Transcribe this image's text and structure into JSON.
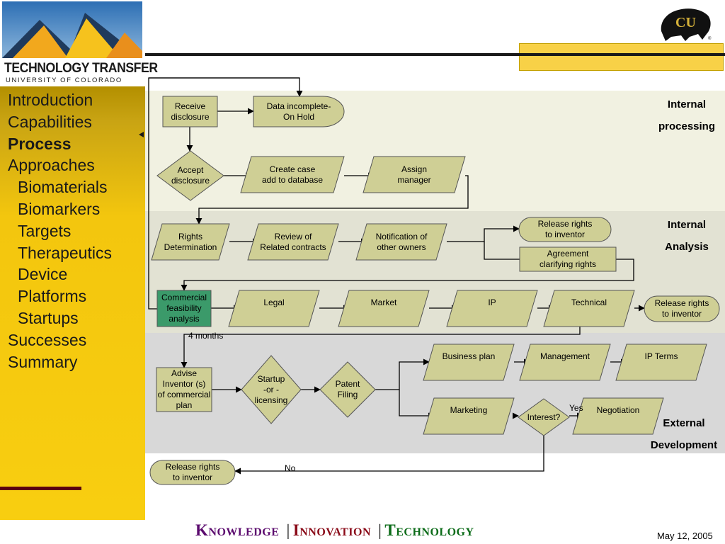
{
  "header": {
    "logo_title": "TECHNOLOGY TRANSFER",
    "logo_subtitle": "UNIVERSITY OF COLORADO",
    "logo_icon": "mountain-peaks-logo",
    "cu_logo_icon": "buffalo-cu-logo",
    "colors": {
      "navy": "#1f3a5c",
      "gold": "#f3c60e",
      "orange": "#f2a81d"
    }
  },
  "sidebar": {
    "items": [
      {
        "label": "Introduction",
        "level": 0,
        "bold": false
      },
      {
        "label": "Capabilities",
        "level": 0,
        "bold": false
      },
      {
        "label": "Process",
        "level": 0,
        "bold": true
      },
      {
        "label": "Approaches",
        "level": 0,
        "bold": false
      },
      {
        "label": "Biomaterials",
        "level": 1,
        "bold": false
      },
      {
        "label": "Biomarkers",
        "level": 1,
        "bold": false
      },
      {
        "label": "Targets",
        "level": 1,
        "bold": false
      },
      {
        "label": "Therapeutics",
        "level": 1,
        "bold": false
      },
      {
        "label": "Device",
        "level": 1,
        "bold": false
      },
      {
        "label": "Platforms",
        "level": 1,
        "bold": false
      },
      {
        "label": "Startups",
        "level": 1,
        "bold": false
      },
      {
        "label": "Successes",
        "level": 0,
        "bold": false
      },
      {
        "label": "Summary",
        "level": 0,
        "bold": false
      }
    ]
  },
  "zones": [
    {
      "id": "z1",
      "line1": "Internal",
      "line2": "processing"
    },
    {
      "id": "z2",
      "line1": "Internal",
      "line2": "Analysis"
    },
    {
      "id": "z3",
      "line1": "External",
      "line2": "Development"
    }
  ],
  "nodes": [
    {
      "id": "receive",
      "shape": "rect",
      "lines": [
        "Receive",
        "disclosure"
      ]
    },
    {
      "id": "incomplete",
      "shape": "terminal",
      "lines": [
        "Data incomplete-",
        "On Hold"
      ]
    },
    {
      "id": "accept",
      "shape": "diamond",
      "lines": [
        "Accept",
        "disclosure"
      ]
    },
    {
      "id": "createcase",
      "shape": "parallelogram",
      "lines": [
        "Create case",
        "add to database"
      ]
    },
    {
      "id": "assign",
      "shape": "parallelogram",
      "lines": [
        "Assign",
        "manager"
      ]
    },
    {
      "id": "rights",
      "shape": "parallelogram",
      "lines": [
        "Rights",
        "Determination"
      ]
    },
    {
      "id": "review",
      "shape": "parallelogram",
      "lines": [
        "Review of",
        "Related contracts"
      ]
    },
    {
      "id": "notify",
      "shape": "parallelogram",
      "lines": [
        "Notification of",
        "other owners"
      ]
    },
    {
      "id": "release1",
      "shape": "terminal",
      "lines": [
        "Release rights",
        "to inventor"
      ]
    },
    {
      "id": "agreement",
      "shape": "rect",
      "lines": [
        "Agreement",
        "clarifying rights"
      ]
    },
    {
      "id": "commercial",
      "shape": "rect-green",
      "lines": [
        "Commercial",
        "feasibility",
        "analysis"
      ]
    },
    {
      "id": "legal",
      "shape": "parallelogram",
      "lines": [
        "Legal"
      ]
    },
    {
      "id": "market",
      "shape": "parallelogram",
      "lines": [
        "Market"
      ]
    },
    {
      "id": "ip",
      "shape": "parallelogram",
      "lines": [
        "IP"
      ]
    },
    {
      "id": "technical",
      "shape": "parallelogram",
      "lines": [
        "Technical"
      ]
    },
    {
      "id": "release2",
      "shape": "terminal",
      "lines": [
        "Release rights",
        "to inventor"
      ]
    },
    {
      "id": "advise",
      "shape": "rect",
      "lines": [
        "Advise",
        "Inventor (s)",
        "of commercial",
        "plan"
      ]
    },
    {
      "id": "startup",
      "shape": "diamond",
      "lines": [
        "Startup",
        "-or -",
        "licensing"
      ]
    },
    {
      "id": "patent",
      "shape": "diamond",
      "lines": [
        "Patent",
        "Filing"
      ]
    },
    {
      "id": "bizplan",
      "shape": "parallelogram",
      "lines": [
        "Business plan"
      ]
    },
    {
      "id": "mgmt",
      "shape": "parallelogram",
      "lines": [
        "Management"
      ]
    },
    {
      "id": "ipterms",
      "shape": "parallelogram",
      "lines": [
        "IP Terms"
      ]
    },
    {
      "id": "marketing",
      "shape": "parallelogram",
      "lines": [
        "Marketing"
      ]
    },
    {
      "id": "interest",
      "shape": "diamond",
      "lines": [
        "Interest?"
      ]
    },
    {
      "id": "negotiation",
      "shape": "parallelogram",
      "lines": [
        "Negotiation"
      ]
    },
    {
      "id": "release3",
      "shape": "terminal",
      "lines": [
        "Release rights",
        "to inventor"
      ]
    }
  ],
  "edge_labels": [
    {
      "id": "months",
      "text": "4 months"
    },
    {
      "id": "yes",
      "text": "Yes"
    },
    {
      "id": "no",
      "text": "No"
    }
  ],
  "footer": {
    "motto1": "Knowledge",
    "motto2": "Innovation",
    "motto3": "Technology",
    "separator": "|",
    "date": "May 12, 2005",
    "colors": {
      "knowledge": "#5b0a6e",
      "innovation": "#8a0a18",
      "technology": "#0b6b18"
    }
  },
  "diagram_colors": {
    "node_fill": "#cfcf95",
    "node_stroke": "#555555",
    "green_fill": "#3b9a6a"
  }
}
